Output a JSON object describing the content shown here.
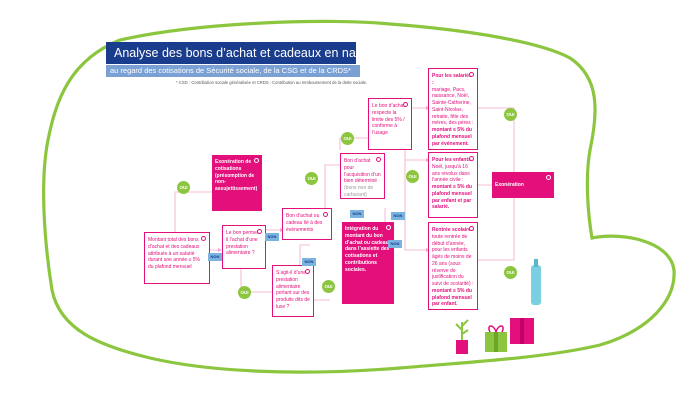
{
  "title": "Analyse des bons d’achat et cadeaux en nature",
  "subtitle": "au regard des cotisations de Sécurité sociale, de la CSG et de la CRDS*",
  "footnote": "* CSG : Contribution sociale généralisée et CRDS : Contribution au remboursement de la dette sociale.",
  "colors": {
    "magenta": "#e30f7b",
    "green": "#8cc63f",
    "navy": "#1a3c8c",
    "light_blue": "#7aa0d4",
    "non_blue": "#7ab3e0"
  },
  "labels": {
    "oui": "OUI",
    "non": "NON"
  },
  "boxes": {
    "start": "Montant total des bons d’achat et des cadeaux attribués à un salarié durant une année ≤ 5% du plafond mensuel",
    "exoneration_presumption": "Exonération de cotisations (présomption de non-assujettissement)",
    "q_food": "Le bon permet-il l’achat d’une prestation alimentaire ?",
    "q_event": "Bon d’achat ou cadeau lié à des événements",
    "q_food_bis": "S’agit-il d’une prestation alimentaire portant sur des produits dits de luxe ?",
    "q_determined_good": "Bon d’achat pour l’acquisition d’un bien déterminé",
    "q_determined_good_note": "(bons non de carburant)",
    "q_respect_limit": "Le bon d’achat respecte la limite des 5% / conforme à l’usage",
    "integration": "Intégration du montant du bon d’achat ou cadeau dans l’assiette des cotisations et contributions sociales.",
    "exoneration": "Exonération",
    "salaries": {
      "title": "Pour les salariés :",
      "body": "mariage, Pacs, naissance, Noël, Sainte-Catherine, Saint-Nicolas, retraite, fête des mères, des pères :",
      "bold": "montant ≤ 5% du plafond mensuel par événement."
    },
    "enfants": {
      "title": "Pour les enfants :",
      "body": "Noël, jusqu’à 16 ans révolus dans l’année civile :",
      "bold": "montant ≤ 5% du plafond mensuel par enfant et par salarié."
    },
    "rentree": {
      "title": "Rentrée scolaire :",
      "body": "toute rentrée de début d’année, pour les enfants âgés de moins de 26 ans (sous réserve de justification du suivi de scolarité) :",
      "bold": "montant ≤ 5% du plafond mensuel par enfant."
    }
  }
}
